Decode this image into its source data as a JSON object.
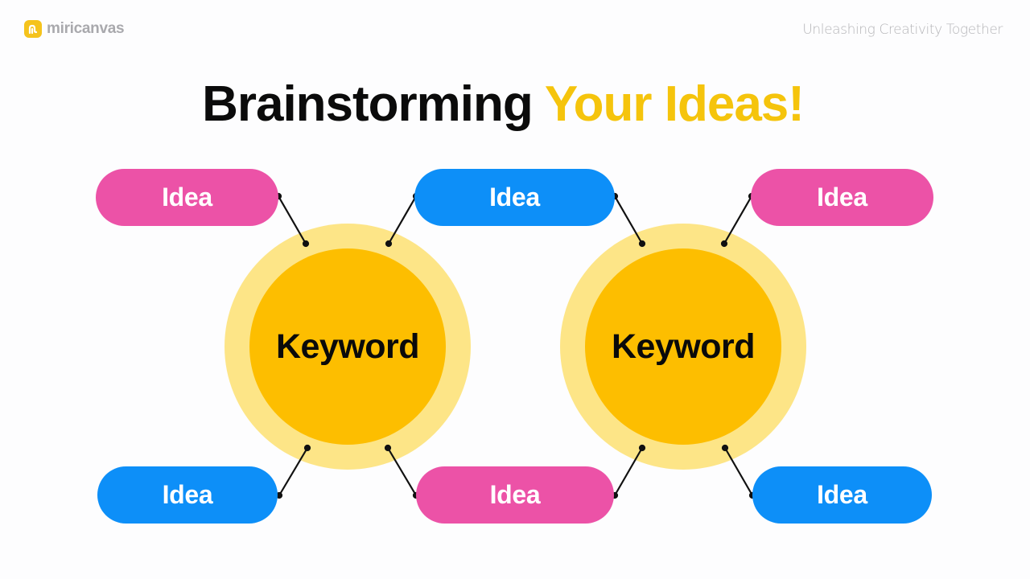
{
  "header": {
    "brand_name": "miricanvas",
    "brand_icon": "miricanvas-logo-icon",
    "tagline": "Unleashing Creativity Together"
  },
  "slide": {
    "title_part1": "Brainstorming",
    "title_part2": "Your Ideas!",
    "colors": {
      "title_text": "#0b0b0b",
      "title_accent": "#f5c40c",
      "outer_circle": "#fde587",
      "inner_circle": "#fdbe00",
      "pink": "#ec52a7",
      "blue": "#0d8ff8",
      "connector": "#111111"
    },
    "keywords": [
      {
        "label": "Keyword"
      },
      {
        "label": "Keyword"
      }
    ],
    "ideas": [
      {
        "label": "Idea",
        "color": "pink",
        "position": "top-left"
      },
      {
        "label": "Idea",
        "color": "blue",
        "position": "top-middle"
      },
      {
        "label": "Idea",
        "color": "pink",
        "position": "top-right"
      },
      {
        "label": "Idea",
        "color": "blue",
        "position": "bottom-left"
      },
      {
        "label": "Idea",
        "color": "pink",
        "position": "bottom-middle"
      },
      {
        "label": "Idea",
        "color": "blue",
        "position": "bottom-right"
      }
    ]
  }
}
